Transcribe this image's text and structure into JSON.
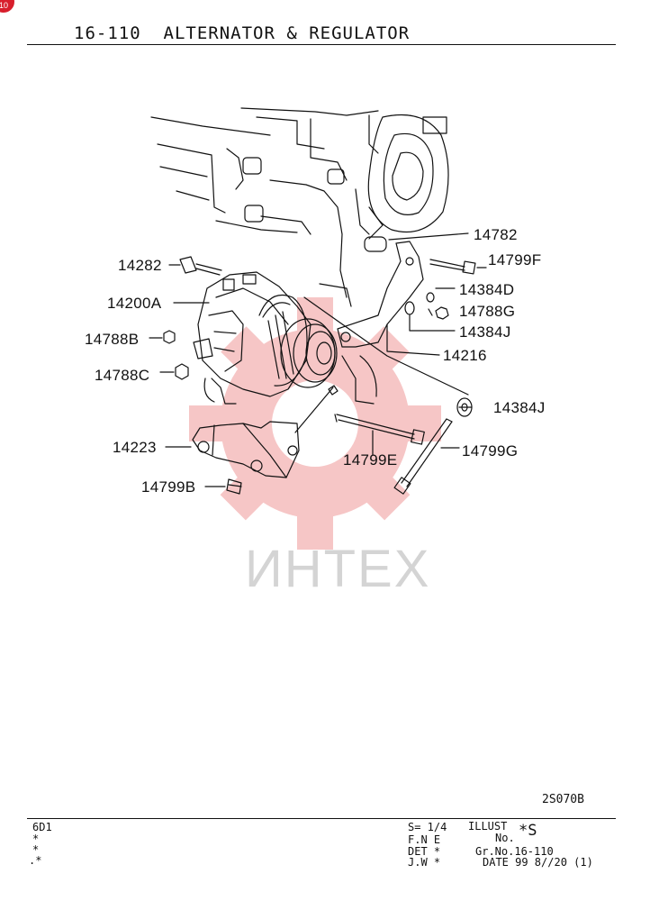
{
  "corner_badge": "10",
  "header": {
    "title": "16-110  ALTERNATOR & REGULATOR"
  },
  "watermark": {
    "text": "ИНТЕХ"
  },
  "callouts": {
    "c14782": "14782",
    "c14799F": "14799F",
    "c14282": "14282",
    "c14384D": "14384D",
    "c14200A": "14200A",
    "c14788G": "14788G",
    "c14384J_a": "14384J",
    "c14788B": "14788B",
    "c14216": "14216",
    "c14788C": "14788C",
    "c14384J_b": "14384J",
    "c14223": "14223",
    "c14799G": "14799G",
    "c14799E": "14799E",
    "c14799B": "14799B"
  },
  "illust_code": "2S070B",
  "footer": {
    "model": "6D1",
    "marks": [
      "*",
      "*",
      ".*"
    ],
    "s_line": "S= 1/4",
    "fne_line": "F.N E",
    "det_line": "DET *",
    "jw_line": "J.W *",
    "illust_label": "ILLUST",
    "no_label": "No.",
    "illust_no": "*S",
    "gr_no": "Gr.No.16-110",
    "date": "DATE 99 8//20 (1)"
  },
  "colors": {
    "badge": "#d81e2c",
    "watermark": "#f2a0a0",
    "ink": "#111111"
  }
}
